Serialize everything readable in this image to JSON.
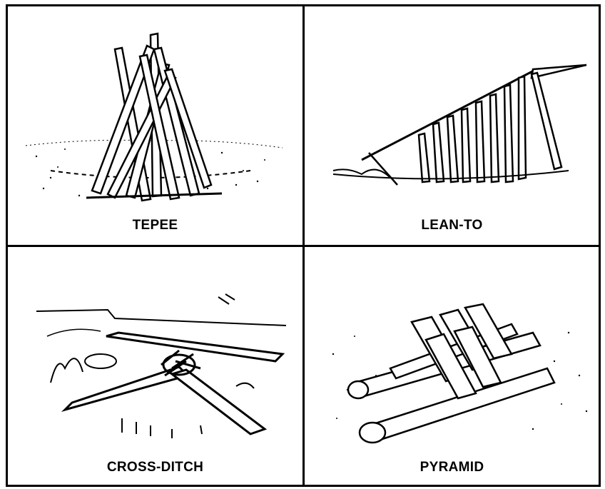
{
  "figure": {
    "panels": [
      {
        "id": "tepee",
        "label": "TEPEE"
      },
      {
        "id": "lean-to",
        "label": "LEAN-TO"
      },
      {
        "id": "cross-ditch",
        "label": "CROSS-DITCH"
      },
      {
        "id": "pyramid",
        "label": "PYRAMID"
      }
    ]
  }
}
